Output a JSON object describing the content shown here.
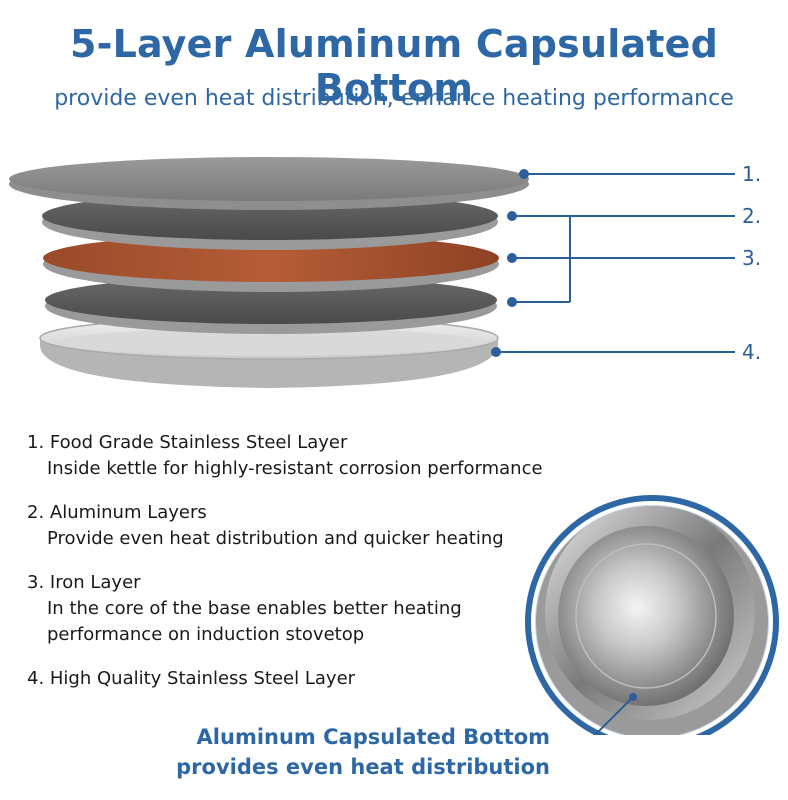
{
  "header": {
    "title": "5-Layer Aluminum Capsulated Bottom",
    "subtitle": "provide even heat distribution, enhance heating performance"
  },
  "labels": [
    "1.",
    "2.",
    "3.",
    "4."
  ],
  "descriptions": [
    {
      "heading": "1. Food Grade Stainless Steel Layer",
      "lines": [
        "Inside kettle for highly-resistant corrosion performance"
      ]
    },
    {
      "heading": "2. Aluminum Layers",
      "lines": [
        "Provide even heat distribution and quicker heating"
      ]
    },
    {
      "heading": "3. Iron Layer",
      "lines": [
        "In the core of the base enables better heating",
        "performance on induction stovetop"
      ]
    },
    {
      "heading": "4. High Quality Stainless Steel Layer",
      "lines": []
    }
  ],
  "callout": {
    "line1": "Aluminum Capsulated Bottom",
    "line2": "provides even heat distribution"
  },
  "colors": {
    "accent": "#2e67a6",
    "steel": "#8c8c8c",
    "aluminum": "#5e5e5e",
    "iron": "#a5522e"
  }
}
